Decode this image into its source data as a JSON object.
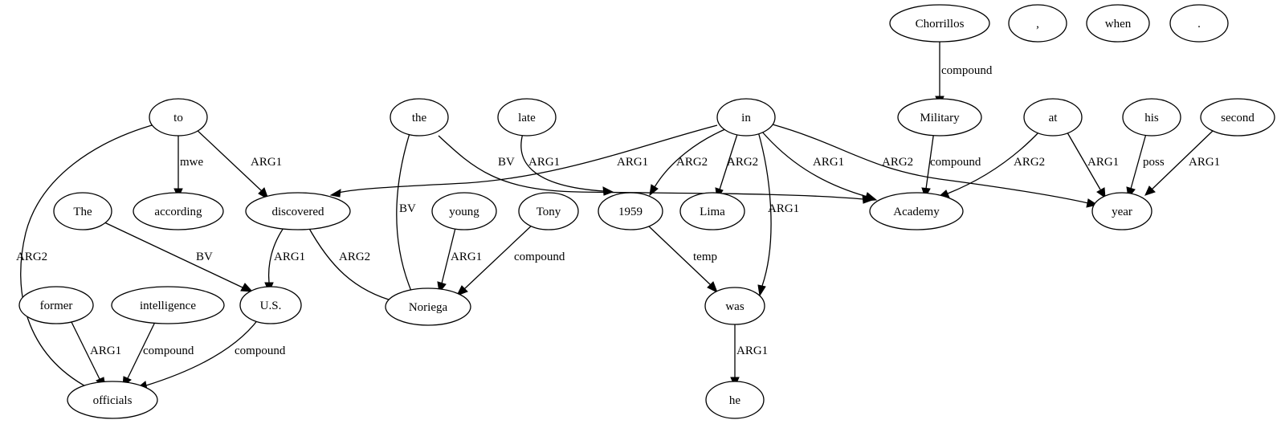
{
  "nodes": {
    "chorrillos": "Chorrillos",
    "comma": ",",
    "when": "when",
    "period": ".",
    "to": "to",
    "the": "the",
    "late": "late",
    "in": "in",
    "military": "Military",
    "at": "at",
    "his": "his",
    "second": "second",
    "the_cap": "The",
    "according": "according",
    "discovered": "discovered",
    "young": "young",
    "tony": "Tony",
    "y1959": "1959",
    "lima": "Lima",
    "academy": "Academy",
    "year": "year",
    "former": "former",
    "intelligence": "intelligence",
    "us": "U.S.",
    "noriega": "Noriega",
    "was": "was",
    "officials": "officials",
    "he": "he"
  },
  "edge_labels": {
    "chorrillos_military": "compound",
    "military_academy": "compound",
    "to_according": "mwe",
    "to_discovered": "ARG1",
    "to_officials": "ARG2",
    "the_noriega": "BV",
    "the_academy": "BV",
    "late_1959": "ARG1",
    "in_discovered": "ARG1",
    "in_1959": "ARG2",
    "in_lima": "ARG2",
    "in_was": "ARG1",
    "in_academy": "ARG1",
    "in_year": "ARG2",
    "at_academy": "ARG2",
    "at_year": "ARG1",
    "his_year": "poss",
    "second_year": "ARG1",
    "thecap_us": "BV",
    "discovered_us": "ARG1",
    "discovered_noriega": "ARG2",
    "young_noriega": "ARG1",
    "tony_noriega": "compound",
    "y1959_was": "temp",
    "was_he": "ARG1",
    "former_officials": "ARG1",
    "intelligence_officials": "compound",
    "us_officials": "compound"
  }
}
